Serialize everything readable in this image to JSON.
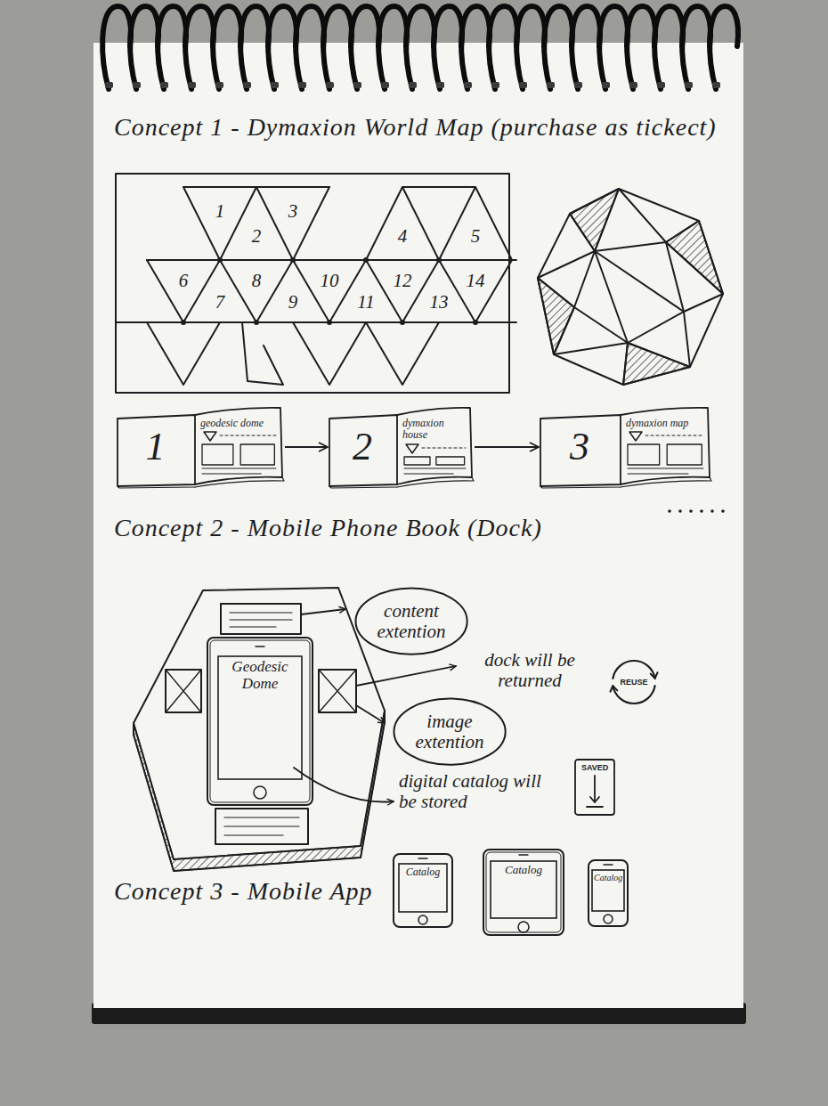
{
  "diagram": {
    "nodes": [
      {
        "text": [
          "1",
          "geodesic dome"
        ]
      },
      {
        "text": [
          "2",
          "dymaxion house"
        ]
      },
      {
        "text": [
          "3",
          "dymaxion map"
        ]
      },
      {
        "text": [
          "content extention"
        ]
      },
      {
        "text": [
          "Geodesic Dome"
        ]
      },
      {
        "text": [
          "REUSE"
        ]
      },
      {
        "text": [
          "image extention"
        ]
      },
      {
        "text": [
          "SAVED"
        ]
      },
      {
        "text": [
          "Catalog"
        ]
      },
      {
        "text": [
          "Catalog"
        ]
      },
      {
        "text": [
          "Catalog"
        ]
      }
    ],
    "edges": [
      {
        "from": 0,
        "to": 1,
        "arrow": "to"
      },
      {
        "from": 1,
        "to": 2,
        "arrow": "to"
      }
    ],
    "labels": [
      "Concept 1 - Dymaxion World Map (purchase as tickect)",
      "1",
      "2",
      "3",
      "4",
      "5",
      "6",
      "7",
      "8",
      "9",
      "10",
      "11",
      "12",
      "13",
      "14",
      "Concept 2 - Mobile Phone Book (Dock)",
      "dock will be returned",
      "digital catalog will be stored",
      "Concept 3 - Mobile App"
    ]
  }
}
